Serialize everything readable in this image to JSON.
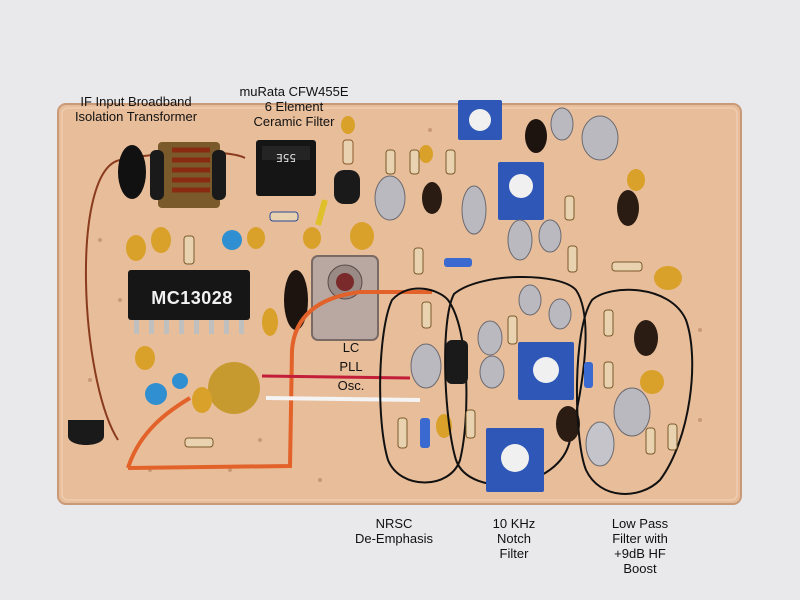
{
  "annotations": {
    "if_transformer": [
      "IF Input Broadband",
      "Isolation Transformer"
    ],
    "ceramic_filter": [
      "muRata  CFW455E",
      "6 Element",
      "Ceramic Filter"
    ],
    "pll": [
      "LC",
      "PLL",
      "Osc."
    ],
    "nrsc": [
      "NRSC",
      "De-Emphasis"
    ],
    "notch": [
      "10 KHz",
      "Notch",
      "Filter"
    ],
    "lowpass": [
      "Low Pass",
      "Filter with",
      "+9dB HF",
      "Boost"
    ]
  },
  "chip_label": "MC13028",
  "filter_marking": "55E",
  "colors": {
    "background": "#e9e9ec",
    "board": "#e8bd9a",
    "trimmer_pot": "#2f57b8",
    "tantalum": "#d9a12a",
    "outline": "#111111"
  }
}
